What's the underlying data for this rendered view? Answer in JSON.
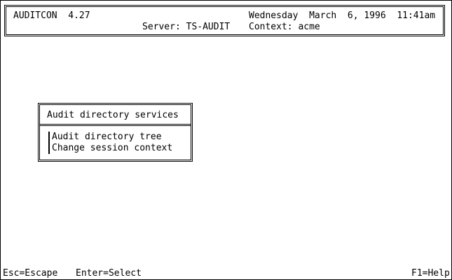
{
  "header": {
    "app_name": "AUDITCON  4.27",
    "datetime": "Wednesday  March  6, 1996  11:41am",
    "server": "Server: TS-AUDIT",
    "context": "Context: acme"
  },
  "menu": {
    "title": "Audit directory services",
    "items": [
      {
        "label": "Audit directory tree"
      },
      {
        "label": "Change session context"
      }
    ]
  },
  "footer": {
    "escape": "Esc=Escape",
    "select": "Enter=Select",
    "help": "F1=Help"
  }
}
